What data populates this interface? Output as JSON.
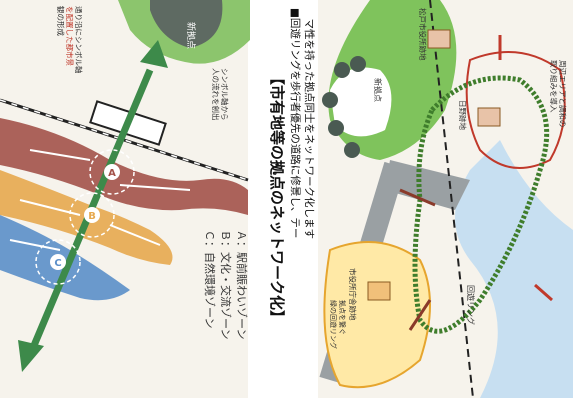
{
  "heading": "【市有地等の拠点のネットワーク化】",
  "subtitle_line1": "■回遊リングを歩行者優先の道路に修景し、テー",
  "subtitle_line2": "　マ性を持った拠点同士をネットワーク化します",
  "legend": {
    "a": "Ａ：駅前賑わいゾーン",
    "b": "Ｂ：文化・交流ゾーン",
    "c": "Ｃ：自然環境ゾーン"
  },
  "left_map": {
    "new_hub": "新拠点",
    "note_top": "通り沿にシンボル軸",
    "note_top_2": "を配置した都市景",
    "note_top_3": "観の形成",
    "note_mid": "シンボル軸から",
    "note_mid_2": "人の流れを創出",
    "markers": [
      "A",
      "B",
      "C"
    ]
  },
  "right_map": {
    "new_hub": "新拠点",
    "city_hall": "市役所庁舎跡地",
    "matsudo_center": "松戸市役所跡地",
    "nisshin_park": "日野跡地",
    "note_right": "周辺エリアと調和の",
    "note_right_2": "取り組みを導入",
    "ring_label": "回遊リング",
    "note_left": "拠点を繋ぐ",
    "note_left_2": "緑の回遊リング"
  },
  "colors": {
    "green_arrow": "#3d8a4a",
    "zone_a": "#a3524a",
    "zone_b": "#e7a94f",
    "zone_c": "#5b8fc9",
    "ring": "#3f7d2c"
  }
}
